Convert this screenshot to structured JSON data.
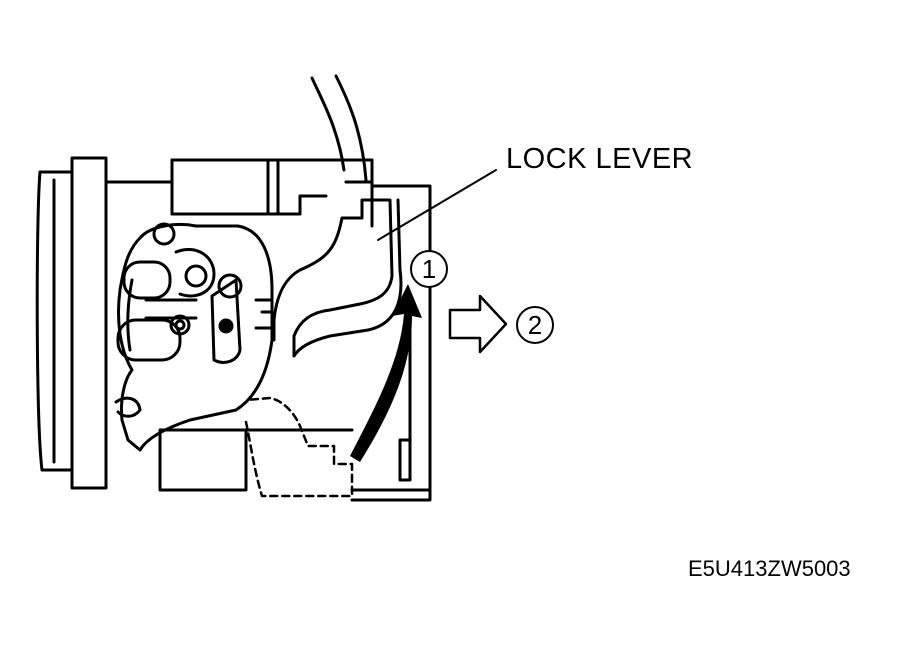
{
  "labels": {
    "lock_lever": "LOCK LEVER",
    "figure_code": "E5U413ZW5003"
  },
  "steps": {
    "one": "1",
    "two": "2"
  },
  "colors": {
    "ink": "#000000",
    "paper": "#ffffff"
  }
}
